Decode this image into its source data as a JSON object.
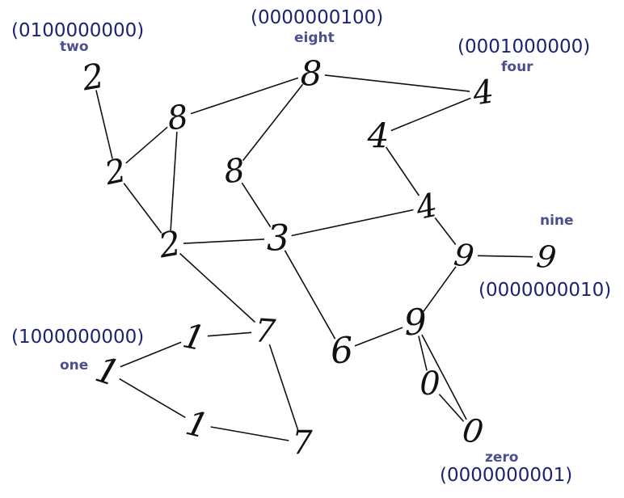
{
  "nodes": [
    {
      "id": "two_top",
      "digit": "2"
    },
    {
      "id": "eight_top",
      "digit": "8"
    },
    {
      "id": "eight_a",
      "digit": "8"
    },
    {
      "id": "two_mid",
      "digit": "2"
    },
    {
      "id": "eight_b",
      "digit": "8"
    },
    {
      "id": "two_c",
      "digit": "2"
    },
    {
      "id": "three",
      "digit": "3"
    },
    {
      "id": "four_top",
      "digit": "4"
    },
    {
      "id": "four_b",
      "digit": "4"
    },
    {
      "id": "four_c",
      "digit": "4"
    },
    {
      "id": "nine_a",
      "digit": "9"
    },
    {
      "id": "nine_right",
      "digit": "9"
    },
    {
      "id": "nine_b",
      "digit": "9"
    },
    {
      "id": "six",
      "digit": "6"
    },
    {
      "id": "zero_a",
      "digit": "0"
    },
    {
      "id": "zero_bottom",
      "digit": "0"
    },
    {
      "id": "one_a",
      "digit": "1"
    },
    {
      "id": "one_left",
      "digit": "1"
    },
    {
      "id": "one_b",
      "digit": "1"
    },
    {
      "id": "seven_a",
      "digit": "7"
    },
    {
      "id": "seven_b",
      "digit": "7"
    }
  ],
  "edges": [
    [
      "two_top",
      "two_mid"
    ],
    [
      "eight_a",
      "eight_top"
    ],
    [
      "eight_a",
      "two_mid"
    ],
    [
      "eight_a",
      "two_c"
    ],
    [
      "two_mid",
      "two_c"
    ],
    [
      "eight_top",
      "eight_b"
    ],
    [
      "eight_top",
      "four_top"
    ],
    [
      "four_top",
      "four_b"
    ],
    [
      "four_b",
      "four_c"
    ],
    [
      "eight_b",
      "three"
    ],
    [
      "two_c",
      "three"
    ],
    [
      "three",
      "four_c"
    ],
    [
      "four_c",
      "nine_a"
    ],
    [
      "nine_a",
      "nine_right"
    ],
    [
      "nine_a",
      "nine_b"
    ],
    [
      "three",
      "six"
    ],
    [
      "six",
      "nine_b"
    ],
    [
      "nine_b",
      "zero_a"
    ],
    [
      "nine_b",
      "zero_bottom"
    ],
    [
      "zero_a",
      "zero_bottom"
    ],
    [
      "two_c",
      "seven_a"
    ],
    [
      "one_a",
      "seven_a"
    ],
    [
      "one_a",
      "one_left"
    ],
    [
      "seven_a",
      "seven_b"
    ],
    [
      "one_left",
      "one_b"
    ],
    [
      "one_b",
      "seven_b"
    ]
  ],
  "classes": {
    "two": {
      "label": "two",
      "code": "(0100000000)"
    },
    "eight": {
      "label": "eight",
      "code": "(0000000100)"
    },
    "four": {
      "label": "four",
      "code": "(0001000000)"
    },
    "nine": {
      "label": "nine",
      "code": "(0000000010)"
    },
    "one": {
      "label": "one",
      "code": "(1000000000)"
    },
    "zero": {
      "label": "zero",
      "code": "(0000000001)"
    }
  }
}
